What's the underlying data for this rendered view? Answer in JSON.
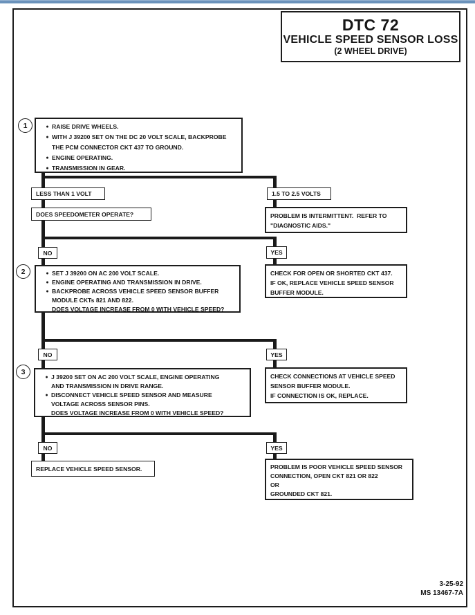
{
  "header": {
    "dtc_code": "DTC 72",
    "title": "VEHICLE SPEED SENSOR LOSS",
    "subtitle": "(2 WHEEL DRIVE)"
  },
  "labels": {
    "no": "NO",
    "yes": "YES"
  },
  "steps": {
    "step1": {
      "number": "1",
      "lines": [
        {
          "b": 1,
          "t": "RAISE DRIVE WHEELS."
        },
        {
          "b": 1,
          "t": "WITH J 39200 SET ON THE DC 20 VOLT SCALE, BACKPROBE"
        },
        {
          "b": 0,
          "t": "THE PCM CONNECTOR CKT 437 TO GROUND."
        },
        {
          "b": 1,
          "t": "ENGINE OPERATING."
        },
        {
          "b": 1,
          "t": "TRANSMISSION IN GEAR."
        }
      ]
    },
    "step2": {
      "number": "2",
      "lines": [
        {
          "b": 1,
          "t": "SET J 39200 ON AC 200 VOLT SCALE."
        },
        {
          "b": 1,
          "t": "ENGINE OPERATING AND TRANSMISSION IN DRIVE."
        },
        {
          "b": 1,
          "t": "BACKPROBE ACROSS VEHICLE SPEED SENSOR BUFFER"
        },
        {
          "b": 0,
          "t": "MODULE CKTs 821 AND 822."
        },
        {
          "b": 0,
          "t": "DOES VOLTAGE INCREASE FROM 0 WITH VEHICLE SPEED?"
        }
      ]
    },
    "step3": {
      "number": "3",
      "lines": [
        {
          "b": 1,
          "t": "J 39200 SET ON AC 200 VOLT SCALE, ENGINE OPERATING"
        },
        {
          "b": 0,
          "t": "AND TRANSMISSION IN DRIVE RANGE."
        },
        {
          "b": 1,
          "t": "DISCONNECT VEHICLE SPEED SENSOR AND MEASURE"
        },
        {
          "b": 0,
          "t": "VOLTAGE ACROSS SENSOR PINS."
        },
        {
          "b": 0,
          "t": "DOES VOLTAGE INCREASE FROM 0 WITH VEHICLE SPEED?"
        }
      ]
    }
  },
  "nodes": {
    "less_than_1_volt": "LESS THAN 1 VOLT",
    "speedometer_question": "DOES SPEEDOMETER OPERATE?",
    "volts_1_5_to_2_5": "1.5 TO 2.5 VOLTS",
    "intermittent": {
      "lines": [
        "PROBLEM IS INTERMITTENT.  REFER TO",
        "\"DIAGNOSTIC AIDS.\""
      ]
    },
    "check_ckt437": {
      "lines": [
        "CHECK FOR OPEN OR SHORTED CKT 437.",
        "IF OK, REPLACE VEHICLE SPEED SENSOR",
        "BUFFER MODULE."
      ]
    },
    "check_connections": {
      "lines": [
        "CHECK CONNECTIONS AT VEHICLE SPEED",
        "SENSOR BUFFER MODULE.",
        "IF CONNECTION IS OK, REPLACE."
      ]
    },
    "replace_sensor": "REPLACE VEHICLE SPEED SENSOR.",
    "poor_connection": {
      "lines": [
        "PROBLEM IS POOR VEHICLE SPEED SENSOR",
        "CONNECTION, OPEN CKT 821 OR 822",
        "OR",
        "GROUNDED CKT 821."
      ]
    }
  },
  "footer": {
    "date": "3-25-92",
    "doc_number": "MS 13467-7A"
  },
  "colors": {
    "ink": "#161616",
    "paper": "#ffffff",
    "band_blue": "#5d88b4"
  }
}
